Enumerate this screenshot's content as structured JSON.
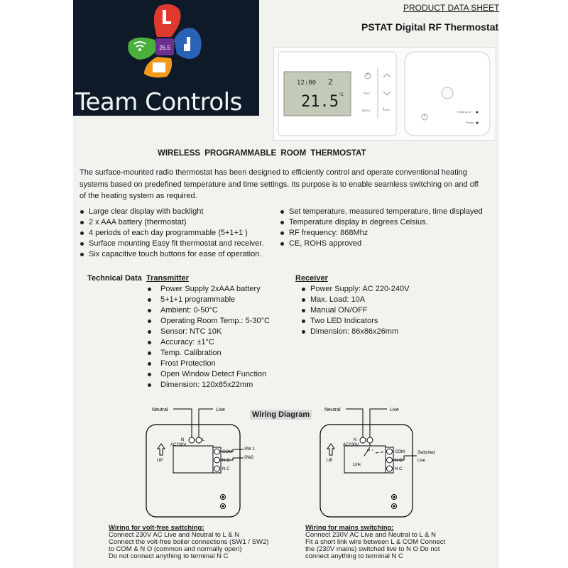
{
  "brand": {
    "name": "Team Controls",
    "display_value": "26.5"
  },
  "doc": {
    "label": "PRODUCT DATA SHEET",
    "title": "PSTAT Digital RF Thermostat"
  },
  "device": {
    "time": "12:00",
    "day": "2",
    "temp": "21.5",
    "unit": "°C",
    "btn_pro": "PRO",
    "btn_menu": "MENU",
    "receiver_led1": "Heating on",
    "receiver_led2": "Power"
  },
  "heading": "WIRELESS PROGRAMMABLE ROOM THERMOSTAT",
  "intro": [
    "The surface-mounted radio thermostat has been designed to efficiently control and operate conventional heating",
    "systems based on predefined temperature and time settings. Its purpose is to enable seamless switching on and off",
    "of the heating system as required."
  ],
  "features_left": [
    "Large clear display with backlight",
    "2 x AAA battery (thermostat)",
    "4 periods of each day programmable (5+1+1 )",
    "Surface mounting Easy fit thermostat and receiver.",
    "Six capacitive touch buttons for ease of operation."
  ],
  "features_right": [
    "Set temperature, measured temperature, time displayed",
    "Temperature display in degrees Celsius.",
    "RF frequency: 868Mhz",
    "CE, ROHS approved"
  ],
  "technical": {
    "label": "Technical Data",
    "transmitter_title": "Transmitter",
    "transmitter": [
      "Power Supply 2xAAA battery",
      "5+1+1 programmable",
      "Ambient: 0-50°C",
      "Operating Room Temp.: 5-30°C",
      "Sensor: NTC 10K",
      "Accuracy: ±1°C",
      "Temp. Calibration",
      "Frost Protection",
      "Open Window Detect Function",
      "Dimension: 120x85x22mm"
    ],
    "receiver_title": "Receiver",
    "receiver": [
      "Power Supply: AC 220-240V",
      "Max. Load: 10A",
      "Manual ON/OFF",
      "Two LED Indicators",
      "Dimension: 86x86x26mm"
    ]
  },
  "wiring": {
    "title": "Wiring Diagram",
    "neutral": "Neutral",
    "live": "Live",
    "up": "UP",
    "ac": "AC230V",
    "n": "N",
    "l": "L",
    "com": "COM",
    "no": "N O",
    "nc": "N C",
    "sw1": "SW 1",
    "sw2": "SW2",
    "link": "Link",
    "switched": "Switched",
    "switched_live": "Live",
    "volt_free_title": "Wiring for volt-free switching:",
    "volt_free": [
      "Connect 230V AC Live and Neutral to L & N",
      "Connect the volt-free boiler connections (SW1 / SW2)",
      "to COM & N O (common and normally open)",
      "Do not connect anything to terminal N C"
    ],
    "mains_title": "Wiring for mains switching:",
    "mains": [
      "Connect 230V AC Live and Neutral to L & N",
      "Fit a short link wire between L & COM Connect",
      "the (230V mains) switched live to N O Do not",
      "connect anything to terminal N C"
    ]
  },
  "colors": {
    "logo_bg": "#0f1a28",
    "sheet_bg": "#f2f2ef",
    "petal_red": "#e03a2e",
    "petal_green": "#4caf3c",
    "petal_blue": "#2a62b8",
    "petal_orange": "#f39a1e",
    "center": "#6c2f8f"
  }
}
